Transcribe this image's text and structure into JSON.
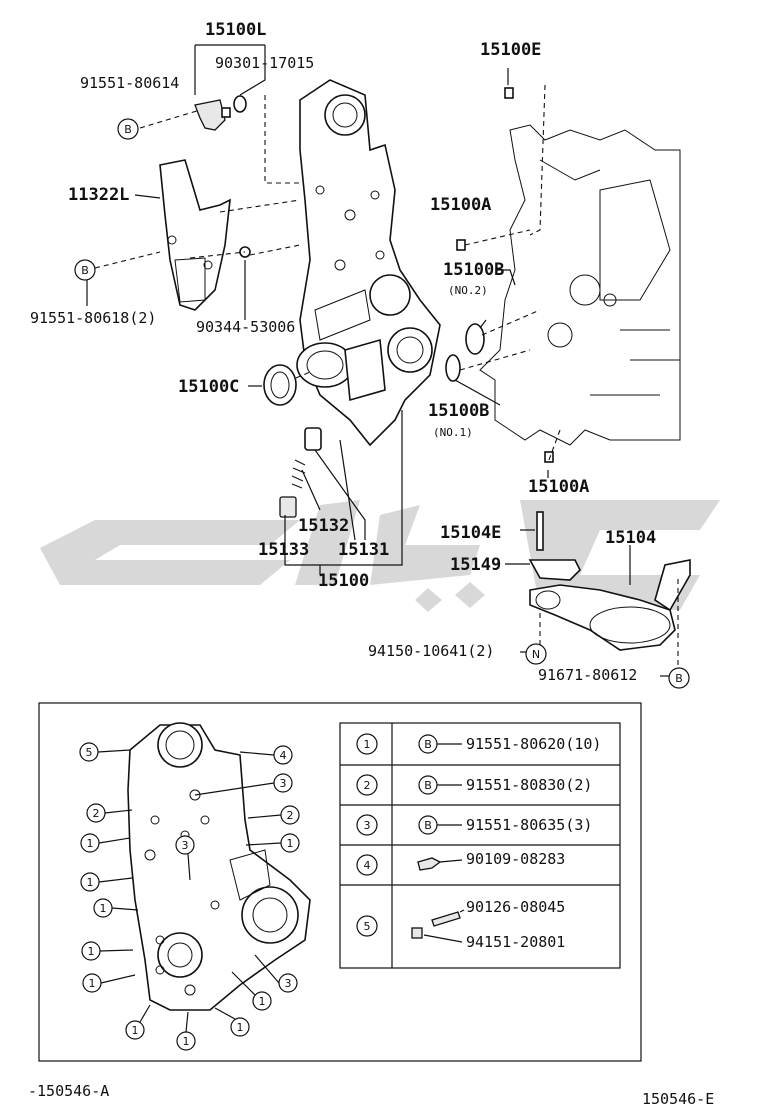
{
  "parts": {
    "p15100L": "15100L",
    "p90301": "90301-17015",
    "p91551_614": "91551-80614",
    "p15100E": "15100E",
    "p11322L": "11322L",
    "p15100A_top": "15100A",
    "p15100B_no2": "15100B",
    "no2": "(NO.2)",
    "p91551_618": "91551-80618(2)",
    "p90344": "90344-53006",
    "p15100C": "15100C",
    "p15100B_no1": "15100B",
    "no1": "(NO.1)",
    "p15100A_bot": "15100A",
    "p15104E": "15104E",
    "p15104": "15104",
    "p15149": "15149",
    "p15132": "15132",
    "p15133": "15133",
    "p15131": "15131",
    "p15100": "15100",
    "p94150": "94150-10641(2)",
    "p91671": "91671-80612"
  },
  "markers": {
    "B": "B",
    "N": "N"
  },
  "inset_callouts": [
    "1",
    "2",
    "3",
    "4",
    "5"
  ],
  "table": {
    "rows": [
      {
        "num": "1",
        "marker": "B",
        "part": "91551-80620(10)"
      },
      {
        "num": "2",
        "marker": "B",
        "part": "91551-80830(2)"
      },
      {
        "num": "3",
        "marker": "B",
        "part": "91551-80635(3)"
      },
      {
        "num": "4",
        "marker": "",
        "part": "90109-08283"
      },
      {
        "num": "5",
        "marker": "",
        "part": "90126-08045",
        "part2": "94151-20801"
      }
    ]
  },
  "footer": {
    "left_code": "-150546-A",
    "right_code": "150546-E"
  }
}
